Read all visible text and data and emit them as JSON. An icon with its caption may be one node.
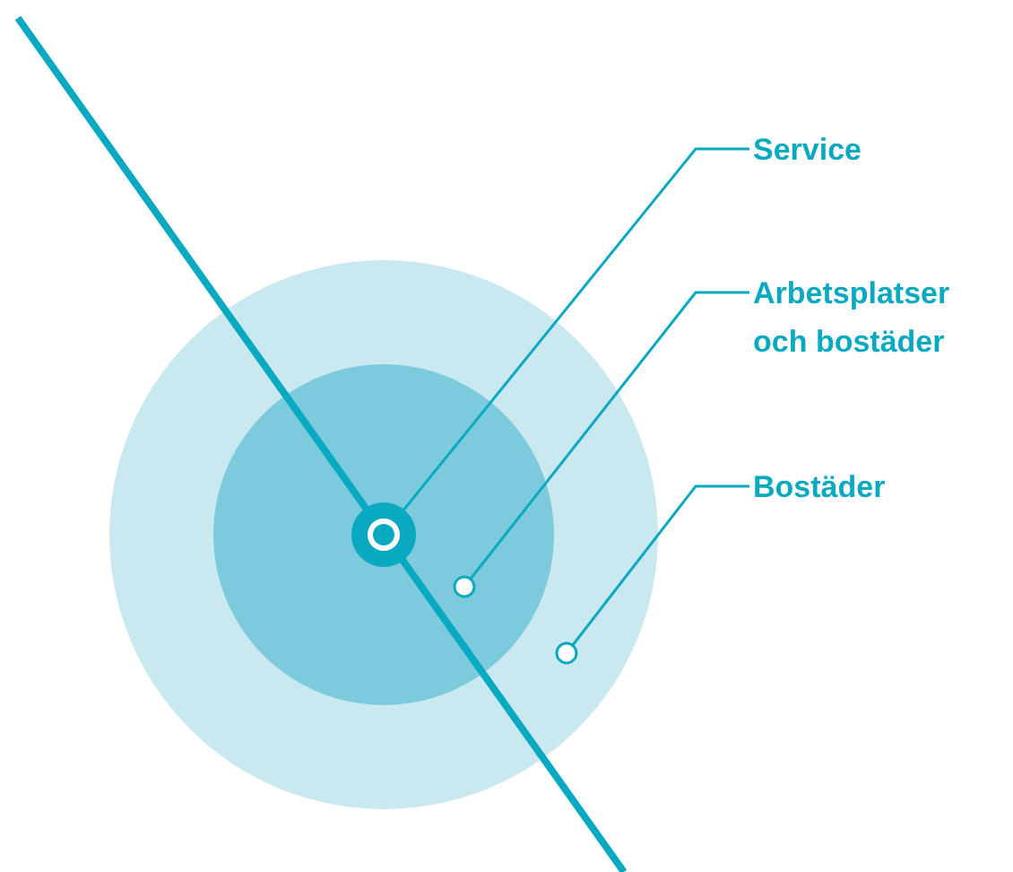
{
  "diagram": {
    "nodes": [
      {
        "text": [],
        "shape": "circle"
      },
      {
        "text": [],
        "shape": "circle",
        "in": 0
      },
      {
        "text": [],
        "shape": "circle",
        "in": 1
      },
      {
        "text": [
          "Service"
        ]
      },
      {
        "text": [
          "Arbetsplatser och bostäder"
        ]
      },
      {
        "text": [
          "Bostäder"
        ]
      }
    ],
    "edges": [
      {
        "from": 3,
        "to": 2,
        "arrow": "none"
      },
      {
        "from": 4,
        "to": 1,
        "arrow": "other"
      },
      {
        "from": 5,
        "to": 0,
        "arrow": "other"
      }
    ]
  }
}
